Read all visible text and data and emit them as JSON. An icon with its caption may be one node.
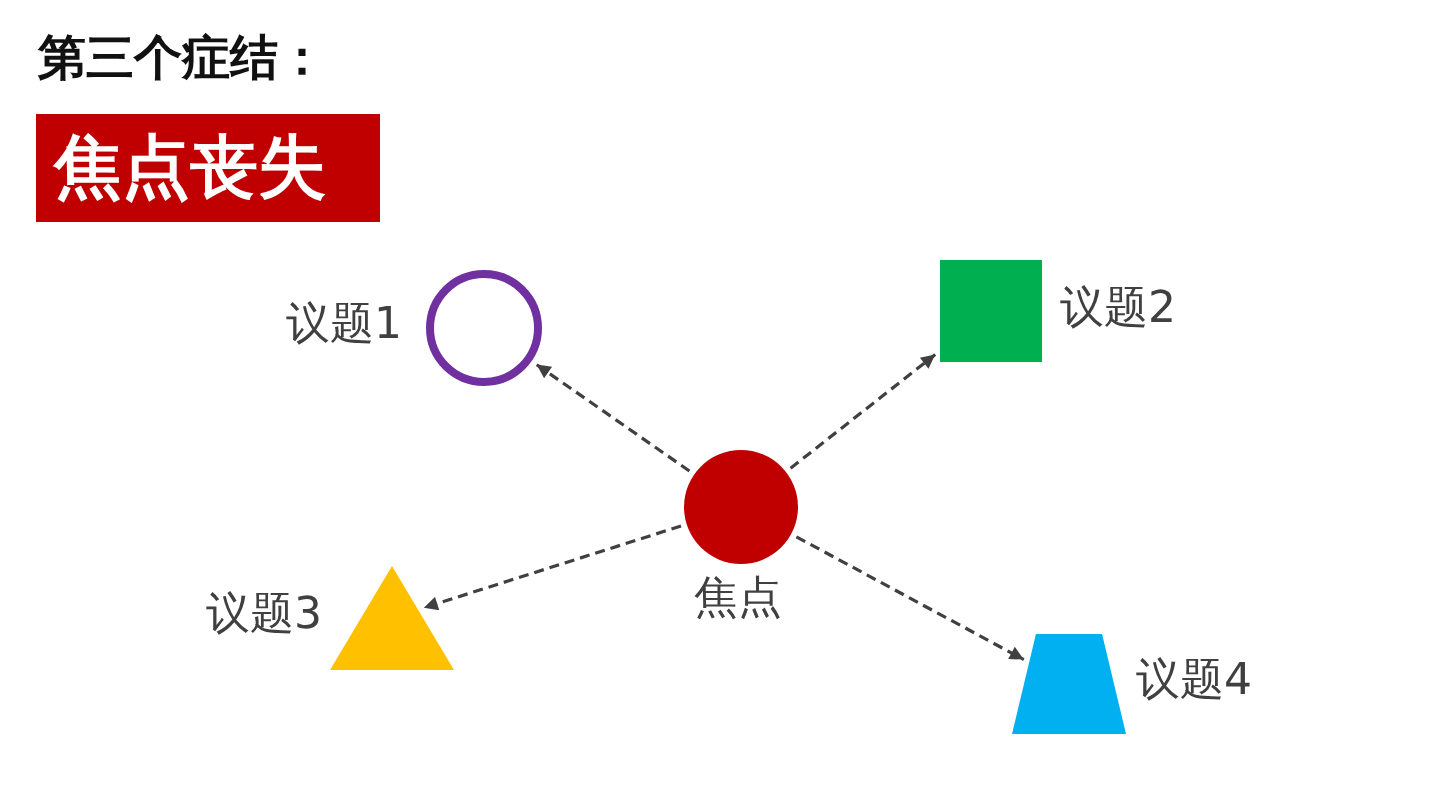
{
  "diagram": {
    "title": "第三个症结：",
    "nodes": [
      {
        "text": [
          "焦点丧失"
        ]
      },
      {
        "text": [],
        "shape": "circle",
        "beside": [
          "议题1"
        ]
      },
      {
        "text": [],
        "shape": "box",
        "beside": [
          "议题2"
        ]
      },
      {
        "text": [],
        "shape": "circle",
        "beside": [
          "焦点"
        ]
      },
      {
        "text": [],
        "shape": "triangle",
        "beside": [
          "议题3"
        ]
      },
      {
        "text": [],
        "shape": "trapezoid",
        "beside": [
          "议题4"
        ]
      }
    ],
    "edges": [
      {
        "from": 3,
        "to": 1,
        "arrow": "to",
        "style": "dashed"
      },
      {
        "from": 3,
        "to": 2,
        "arrow": "to",
        "style": "dashed"
      },
      {
        "from": 3,
        "to": 4,
        "arrow": "to",
        "style": "dashed"
      },
      {
        "from": 3,
        "to": 5,
        "arrow": "to",
        "style": "dashed"
      }
    ]
  }
}
